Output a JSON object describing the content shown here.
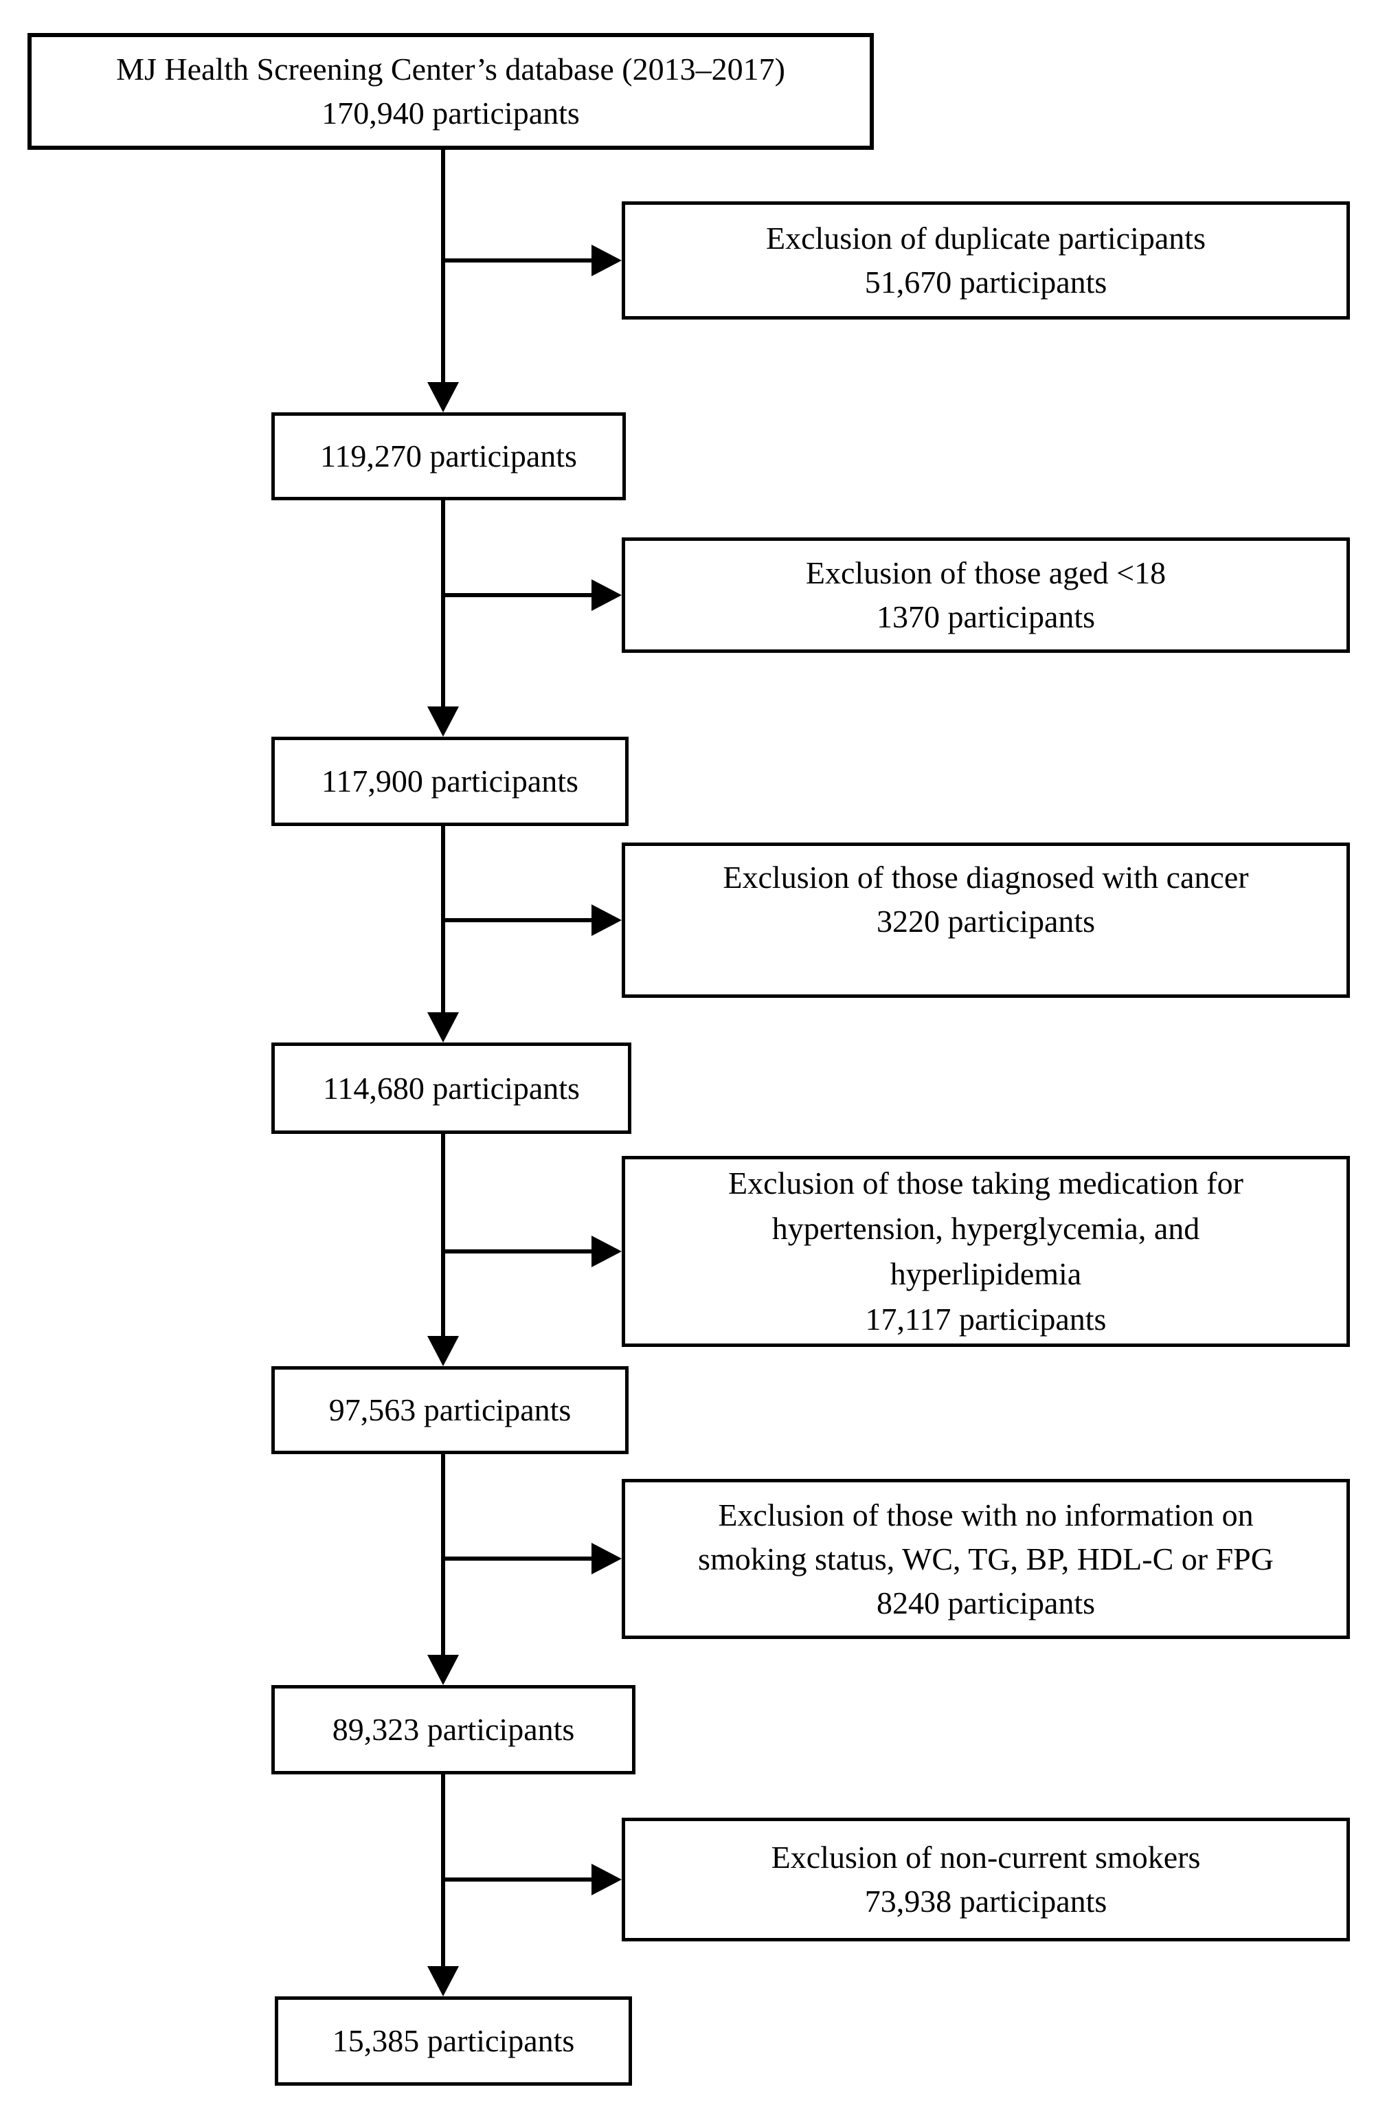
{
  "page": {
    "background_color": "#ffffff",
    "line_color": "#000000",
    "text_color": "#000000"
  },
  "flow": {
    "source": {
      "lines": [
        "MJ Health Screening Center’s database (2013–2017)",
        "170,940 participants"
      ]
    },
    "steps": [
      {
        "label": "119,270 participants"
      },
      {
        "label": "117,900 participants"
      },
      {
        "label": "114,680 participants"
      },
      {
        "label": "97,563 participants"
      },
      {
        "label": "89,323 participants"
      },
      {
        "label": "15,385 participants"
      }
    ],
    "exclusions": [
      {
        "lines": [
          "Exclusion of duplicate participants",
          "51,670 participants"
        ]
      },
      {
        "lines": [
          "Exclusion of those aged <18",
          "1370 participants"
        ]
      },
      {
        "lines": [
          "Exclusion of those diagnosed with cancer",
          "3220 participants"
        ]
      },
      {
        "lines": [
          "Exclusion of those taking medication for",
          "hypertension, hyperglycemia, and",
          "hyperlipidemia",
          "17,117 participants"
        ]
      },
      {
        "lines": [
          "Exclusion of those with no information on",
          "smoking status, WC, TG, BP, HDL-C or FPG",
          "8240 participants"
        ]
      },
      {
        "lines": [
          "Exclusion of non-current smokers",
          "73,938 participants"
        ]
      }
    ]
  }
}
